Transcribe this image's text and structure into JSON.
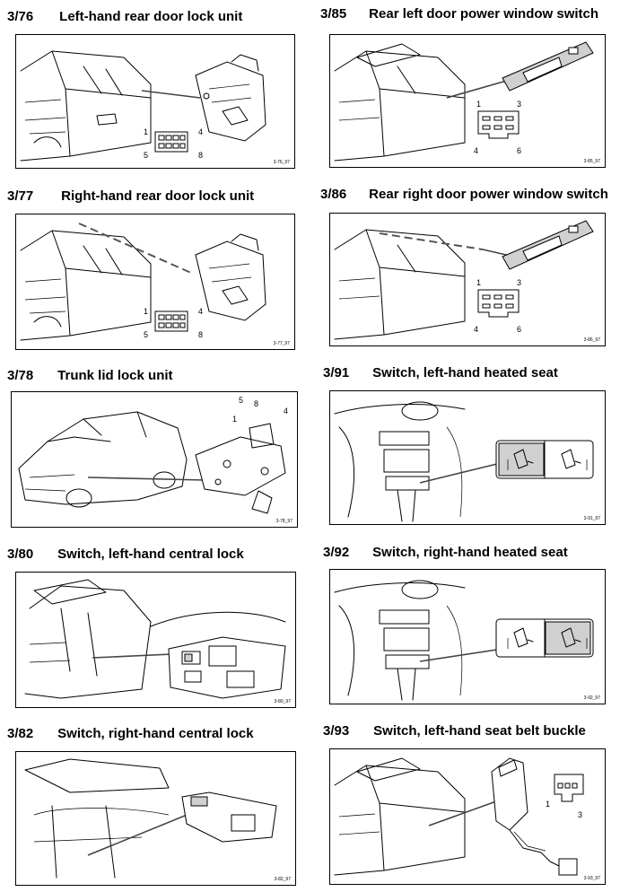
{
  "sections": [
    {
      "code": "3/76",
      "title": "Left-hand rear door lock unit",
      "ref": "3-76_97"
    },
    {
      "code": "3/77",
      "title": "Right-hand rear door lock unit",
      "ref": "3-77_97"
    },
    {
      "code": "3/78",
      "title": "Trunk lid lock unit",
      "ref": "3-78_97"
    },
    {
      "code": "3/80",
      "title": "Switch, left-hand central lock",
      "ref": "3-80_97"
    },
    {
      "code": "3/82",
      "title": "Switch, right-hand central lock",
      "ref": "3-82_97"
    },
    {
      "code": "3/85",
      "title": "Rear left door power window switch",
      "ref": "3-85_97"
    },
    {
      "code": "3/86",
      "title": "Rear right door power window switch",
      "ref": "3-86_97"
    },
    {
      "code": "3/91",
      "title": "Switch, left-hand heated seat",
      "ref": "3-91_97"
    },
    {
      "code": "3/92",
      "title": "Switch, right-hand heated seat",
      "ref": "3-92_97"
    },
    {
      "code": "3/93",
      "title": "Switch, left-hand seat belt buckle",
      "ref": "3-93_97"
    }
  ],
  "pins": {
    "lock8": [
      "1",
      "4",
      "5",
      "8"
    ],
    "trunk": [
      "5",
      "8",
      "4",
      "1"
    ],
    "window6": [
      "1",
      "3",
      "4",
      "6"
    ],
    "buckle": [
      "1",
      "3"
    ]
  }
}
